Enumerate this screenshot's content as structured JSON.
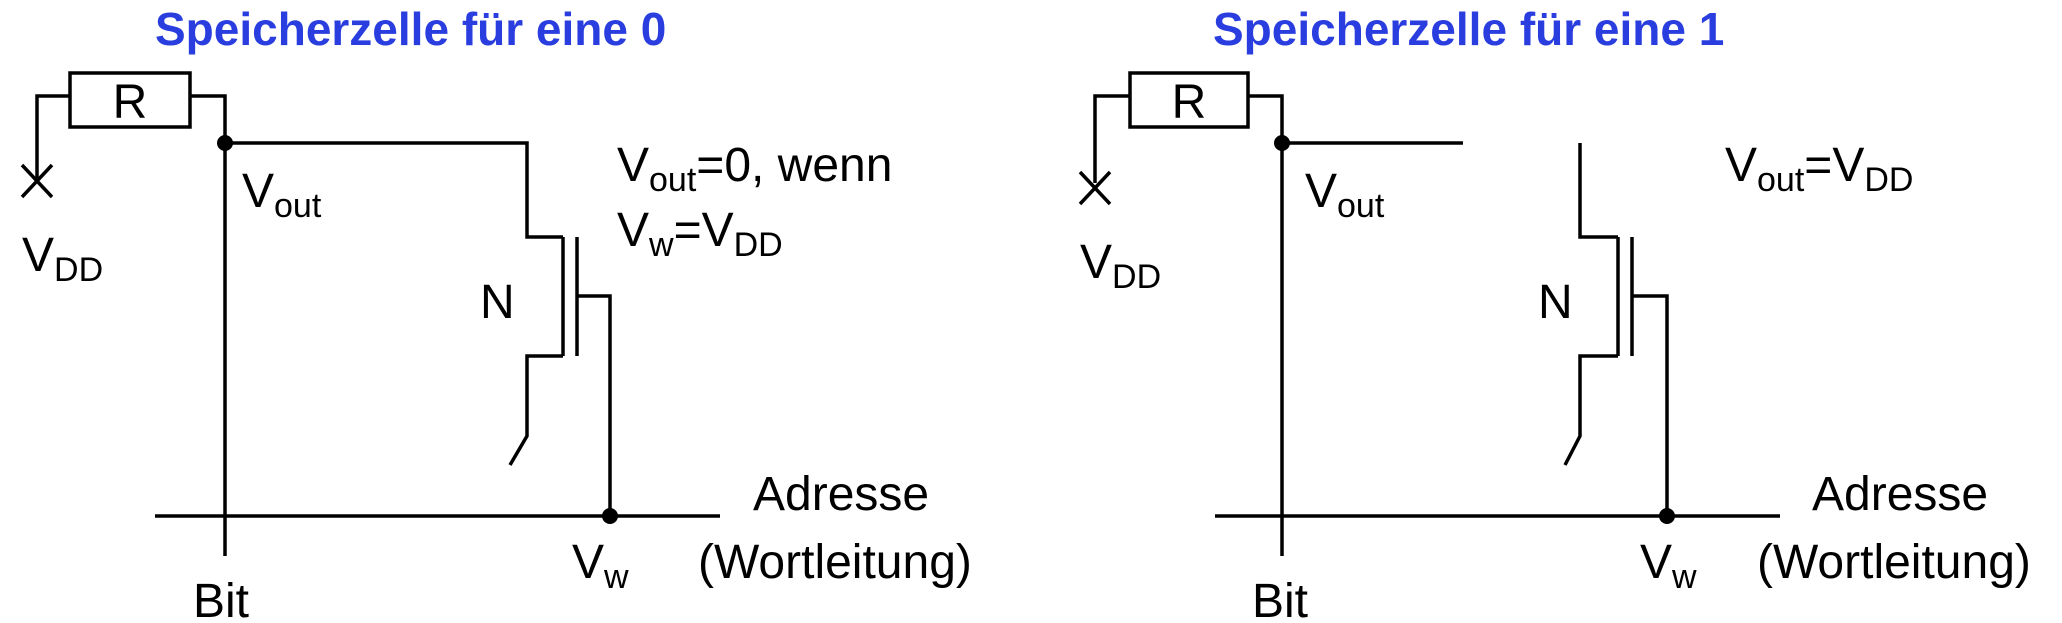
{
  "diagrams": [
    {
      "title": "Speicherzelle für eine 0",
      "resistor": "R",
      "supply": {
        "base": "V",
        "sub": "DD"
      },
      "output": {
        "base": "V",
        "sub": "out"
      },
      "transistor": "N",
      "note_line1": {
        "base": "V",
        "sub": "out",
        "rest": "=0, wenn"
      },
      "note_line2": {
        "base": "V",
        "sub": "w",
        "mid": "=V",
        "sub2": "DD"
      },
      "bitline": "Bit",
      "wordline_voltage": {
        "base": "V",
        "sub": "w"
      },
      "address_line1": "Adresse",
      "address_line2": "(Wortleitung)"
    },
    {
      "title": "Speicherzelle für eine 1",
      "resistor": "R",
      "supply": {
        "base": "V",
        "sub": "DD"
      },
      "output": {
        "base": "V",
        "sub": "out"
      },
      "transistor": "N",
      "note_line1": {
        "base": "V",
        "sub": "out",
        "mid": "=V",
        "sub2": "DD"
      },
      "bitline": "Bit",
      "wordline_voltage": {
        "base": "V",
        "sub": "w"
      },
      "address_line1": "Adresse",
      "address_line2": "(Wortleitung)"
    }
  ]
}
